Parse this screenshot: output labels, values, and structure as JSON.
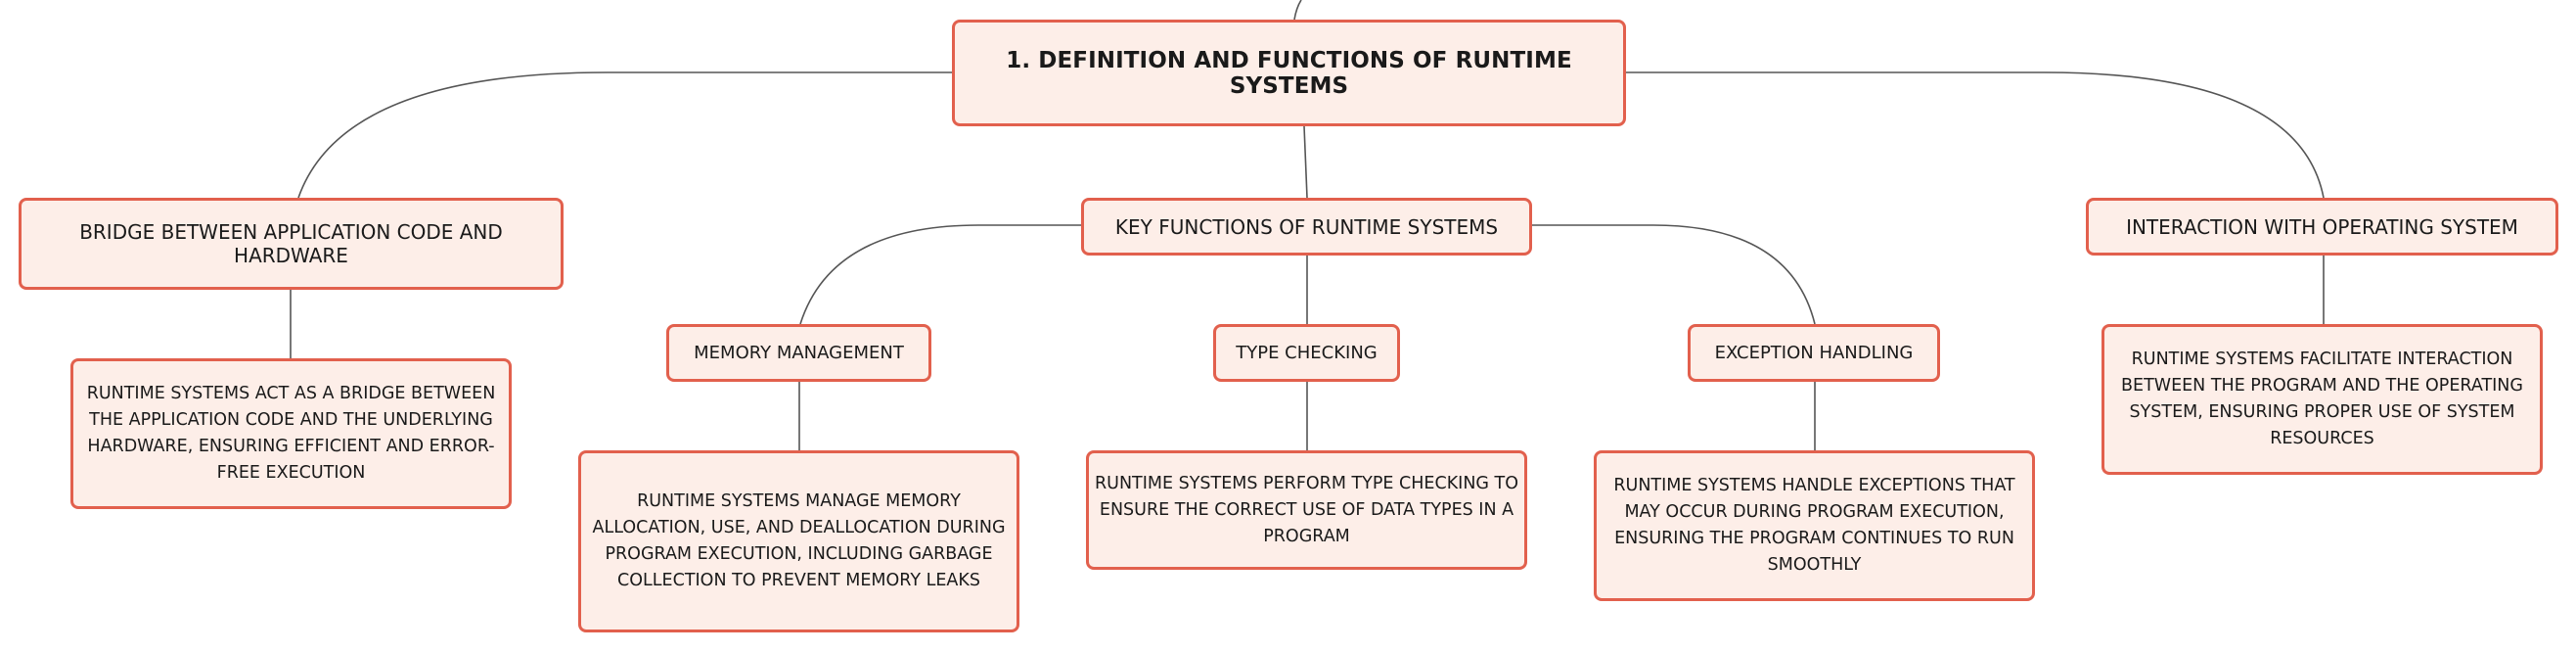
{
  "diagram": {
    "root": {
      "label": "1. DEFINITION AND FUNCTIONS OF RUNTIME SYSTEMS"
    },
    "branches": [
      {
        "label": "BRIDGE BETWEEN APPLICATION CODE AND HARDWARE",
        "detail": "RUNTIME SYSTEMS ACT AS A BRIDGE BETWEEN THE APPLICATION CODE AND THE UNDERLYING HARDWARE, ENSURING EFFICIENT AND ERROR-FREE EXECUTION"
      },
      {
        "label": "KEY FUNCTIONS OF RUNTIME SYSTEMS",
        "children": [
          {
            "label": "MEMORY MANAGEMENT",
            "detail": "RUNTIME SYSTEMS MANAGE MEMORY ALLOCATION, USE, AND DEALLOCATION DURING PROGRAM EXECUTION, INCLUDING GARBAGE COLLECTION TO PREVENT MEMORY LEAKS"
          },
          {
            "label": "TYPE CHECKING",
            "detail": "RUNTIME SYSTEMS PERFORM TYPE CHECKING TO ENSURE THE CORRECT USE OF DATA TYPES IN A PROGRAM"
          },
          {
            "label": "EXCEPTION HANDLING",
            "detail": "RUNTIME SYSTEMS HANDLE EXCEPTIONS THAT MAY OCCUR DURING PROGRAM EXECUTION, ENSURING THE PROGRAM CONTINUES TO RUN SMOOTHLY"
          }
        ]
      },
      {
        "label": "INTERACTION WITH OPERATING SYSTEM",
        "detail": "RUNTIME SYSTEMS FACILITATE INTERACTION BETWEEN THE PROGRAM AND THE OPERATING SYSTEM, ENSURING PROPER USE OF SYSTEM RESOURCES"
      }
    ]
  },
  "colors": {
    "node_fill": "#fdeee8",
    "node_border": "#e2604d",
    "connector": "#555555"
  }
}
